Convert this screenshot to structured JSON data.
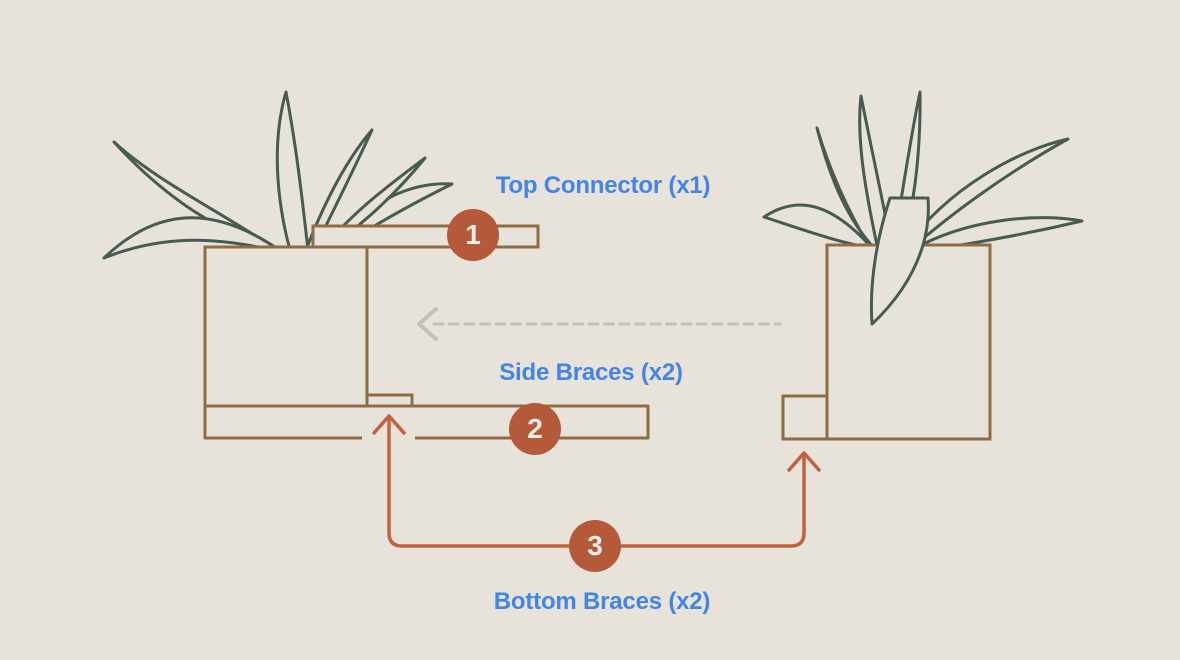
{
  "diagram": {
    "kind": "assembly-instructions",
    "steps": [
      {
        "number": "1",
        "label": "Top Connector (x1)"
      },
      {
        "number": "2",
        "label": "Side Braces (x2)"
      },
      {
        "number": "3",
        "label": "Bottom Braces (x2)"
      }
    ],
    "icons": {
      "motion_arrow": "left-dashed-arrow-icon",
      "pointer_arrows": "up-arrow-icon"
    },
    "colors": {
      "background": "#e8e3da",
      "wood_outline": "#906c42",
      "accent_rust_line": "#c1613d",
      "badge_fill": "#b45a3a",
      "badge_number": "#f2eee6",
      "label_blue": "#4384e8",
      "plant_green": "#475b52",
      "dashed_gray": "#c5c1b9"
    }
  }
}
